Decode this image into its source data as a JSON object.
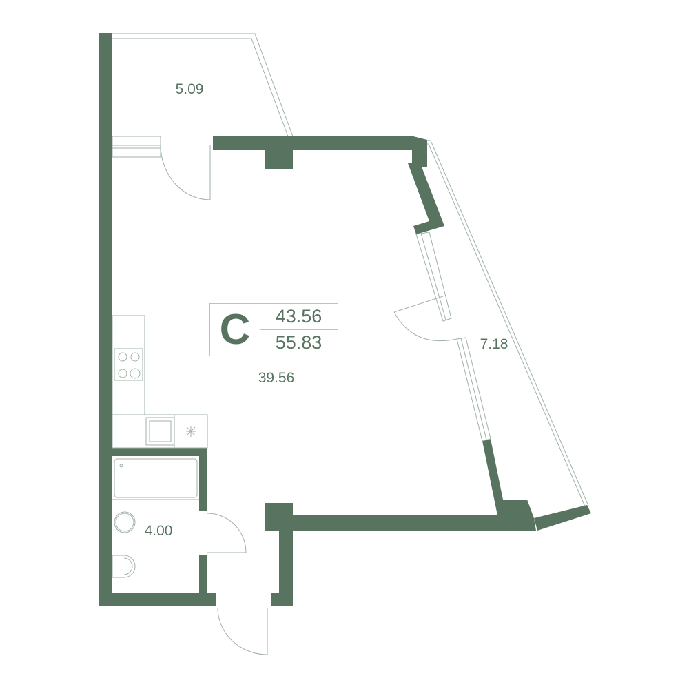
{
  "colors": {
    "wall": "#587461",
    "line": "#9fb1a5"
  },
  "apartment": {
    "type_letter": "C",
    "living_area": "43.56",
    "total_area": "55.83"
  },
  "rooms": [
    {
      "name": "balcony-top",
      "area": "5.09"
    },
    {
      "name": "main-room",
      "area": "39.56"
    },
    {
      "name": "balcony-right",
      "area": "7.18"
    },
    {
      "name": "bathroom",
      "area": "4.00"
    }
  ]
}
